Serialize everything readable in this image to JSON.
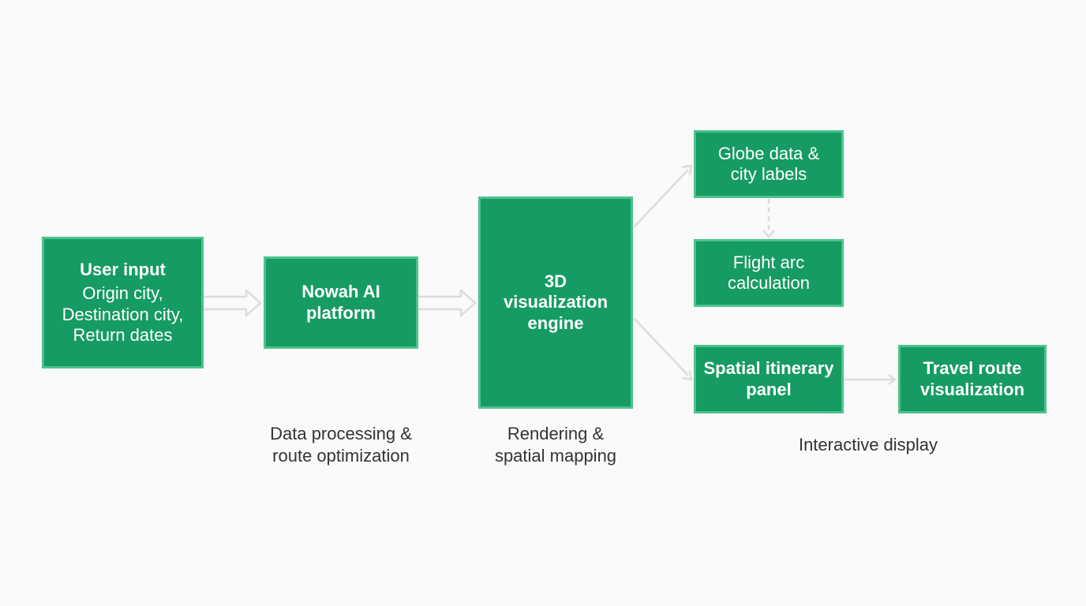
{
  "colors": {
    "box_fill": "#169b62",
    "box_border": "#4cc38c",
    "connector": "#dcdcdc",
    "caption_text": "#333333",
    "background": "#fafafa"
  },
  "nodes": {
    "user_input": {
      "title": "User input",
      "lines": "Origin city,\nDestination city,\nReturn dates"
    },
    "nowah_platform": {
      "title": "Nowah AI\nplatform"
    },
    "viz_engine": {
      "title": "3D\nvisualization\nengine"
    },
    "globe_data": {
      "label": "Globe data &\ncity labels"
    },
    "flight_arc": {
      "label": "Flight arc\ncalculation"
    },
    "itinerary_panel": {
      "title": "Spatial itinerary\npanel"
    },
    "travel_route": {
      "title": "Travel route\nvisualization"
    }
  },
  "captions": {
    "data_processing": "Data processing &\nroute optimization",
    "rendering": "Rendering &\nspatial mapping",
    "interactive": "Interactive display"
  }
}
